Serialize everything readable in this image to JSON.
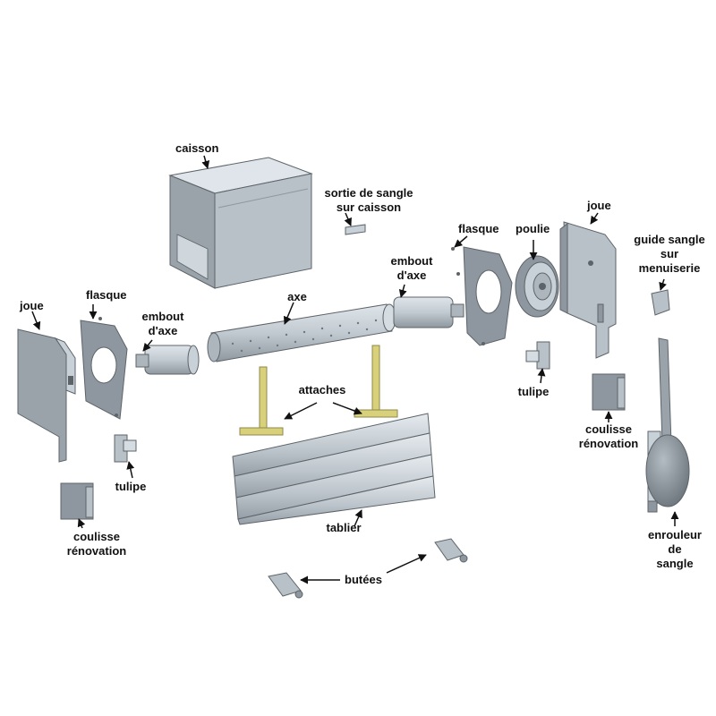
{
  "labels": {
    "caisson": "caisson",
    "sortie_line1": "sortie de sangle",
    "sortie_line2": "sur caisson",
    "joue_left": "joue",
    "flasque_left": "flasque",
    "embout_left_line1": "embout",
    "embout_left_line2": "d'axe",
    "axe": "axe",
    "embout_right_line1": "embout",
    "embout_right_line2": "d'axe",
    "flasque_right": "flasque",
    "poulie": "poulie",
    "joue_right": "joue",
    "guide_line1": "guide sangle",
    "guide_line2": "sur",
    "guide_line3": "menuiserie",
    "attaches": "attaches",
    "tulipe_right": "tulipe",
    "tulipe_left": "tulipe",
    "coulisse_right_line1": "coulisse",
    "coulisse_right_line2": "rénovation",
    "coulisse_left_line1": "coulisse",
    "coulisse_left_line2": "rénovation",
    "tablier": "tablier",
    "enrouleur_line1": "enrouleur",
    "enrouleur_line2": "de",
    "enrouleur_line3": "sangle",
    "butees": "butées"
  },
  "colors": {
    "metal": "#c9d1d8",
    "metal_dark": "#8e979f",
    "metal_light": "#e3e8ec",
    "panel": "#a5adb4",
    "attache": "#d8d07a",
    "outline": "#5d6469"
  }
}
